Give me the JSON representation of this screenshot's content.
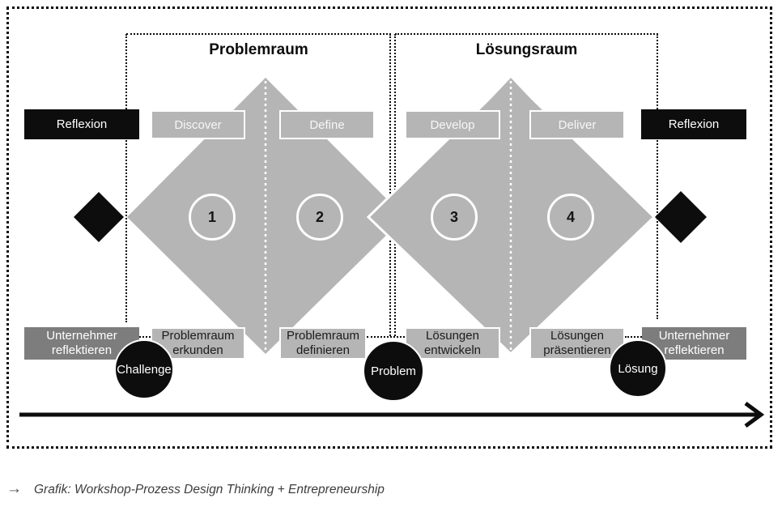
{
  "frame": {
    "problem_space_title": "Problemraum",
    "solution_space_title": "Lösungsraum"
  },
  "reflexion": {
    "left": "Reflexion",
    "right": "Reflexion"
  },
  "phases": [
    {
      "label": "Discover",
      "number": "1"
    },
    {
      "label": "Define",
      "number": "2"
    },
    {
      "label": "Develop",
      "number": "3"
    },
    {
      "label": "Deliver",
      "number": "4"
    }
  ],
  "steps": [
    {
      "line1": "Unternehmer",
      "line2": "reflektieren"
    },
    {
      "line1": "Problemraum",
      "line2": "erkunden"
    },
    {
      "line1": "Problemraum",
      "line2": "definieren"
    },
    {
      "line1": "Lösungen",
      "line2": "entwickeln"
    },
    {
      "line1": "Lösungen",
      "line2": "präsentieren"
    },
    {
      "line1": "Unternehmer",
      "line2": "reflektieren"
    }
  ],
  "milestones": [
    {
      "label": "Challenge"
    },
    {
      "label": "Problem"
    },
    {
      "label": "Lösung"
    }
  ],
  "caption": {
    "arrow": "→",
    "text": "Grafik: Workshop-Prozess Design Thinking + Entrepreneurship"
  },
  "colors": {
    "diamond_gray": "#b5b5b5",
    "dark_gray": "#7d7d7d",
    "black": "#0d0d0d"
  }
}
